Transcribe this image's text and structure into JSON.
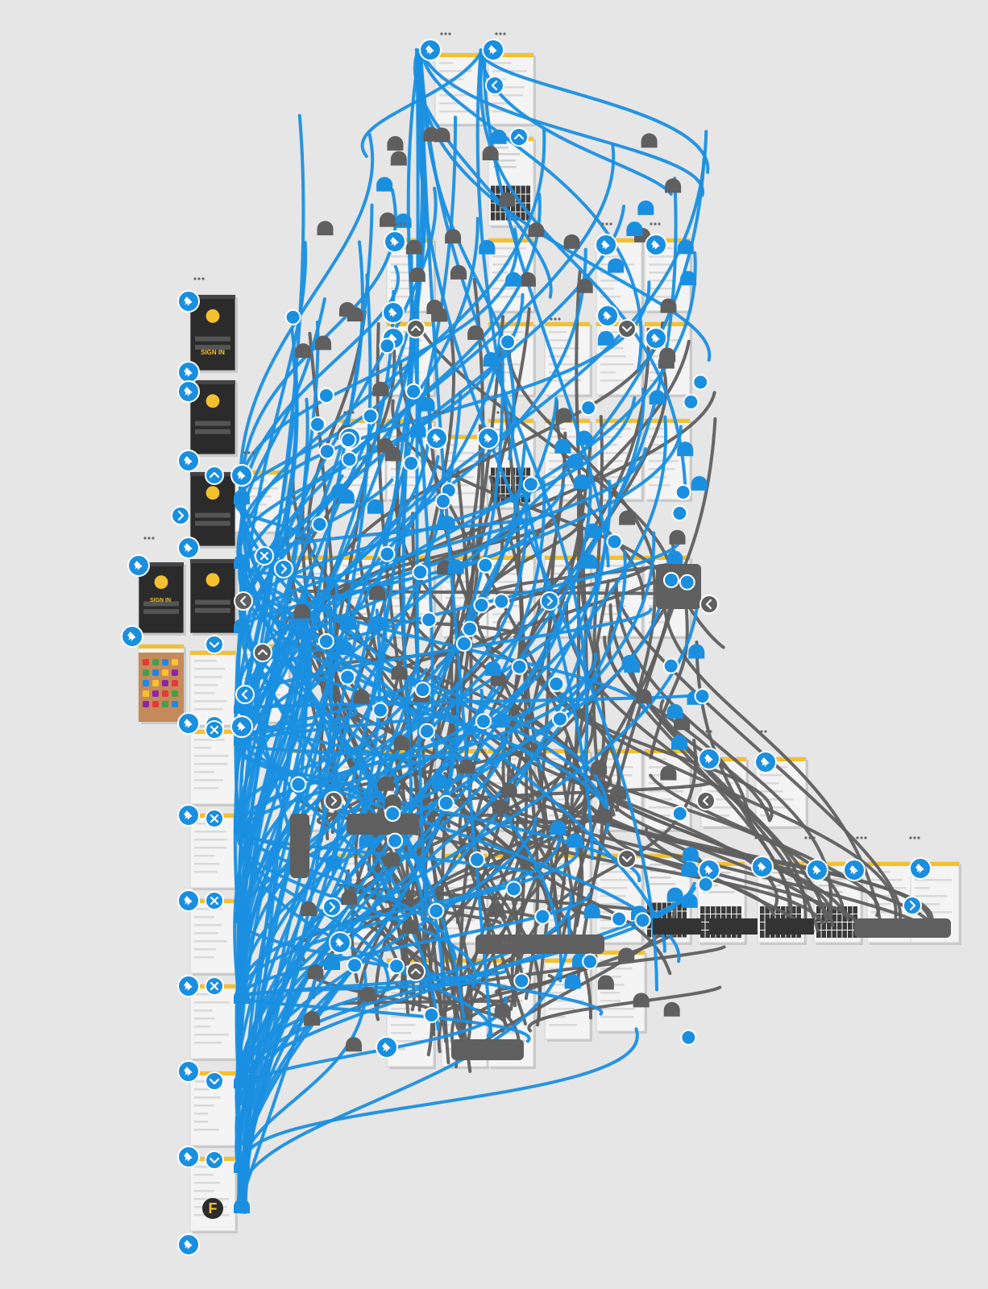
{
  "colors": {
    "background": "#e6e6e6",
    "link_blue": "#1a8fe0",
    "link_gray": "#5f5f5f",
    "screen_bg": "#f4f4f4",
    "screen_dark": "#2b2b2b",
    "accent_yellow": "#f3c02f"
  },
  "icons": {
    "pin": "pin-icon",
    "more": "more-dots-icon",
    "chevron_left": "chevron-left-icon",
    "chevron_right": "chevron-right-icon",
    "chevron_up": "chevron-up-icon",
    "chevron_down": "chevron-down-icon",
    "close": "close-icon",
    "link_tab": "link-tab-icon"
  },
  "screens": {
    "signin_top": {
      "button_label": "SIGN IN"
    },
    "signin_left": {
      "button_label": "SIGN IN"
    },
    "logo_screen": {
      "logo_letter": "F"
    }
  },
  "more_label": "•••"
}
